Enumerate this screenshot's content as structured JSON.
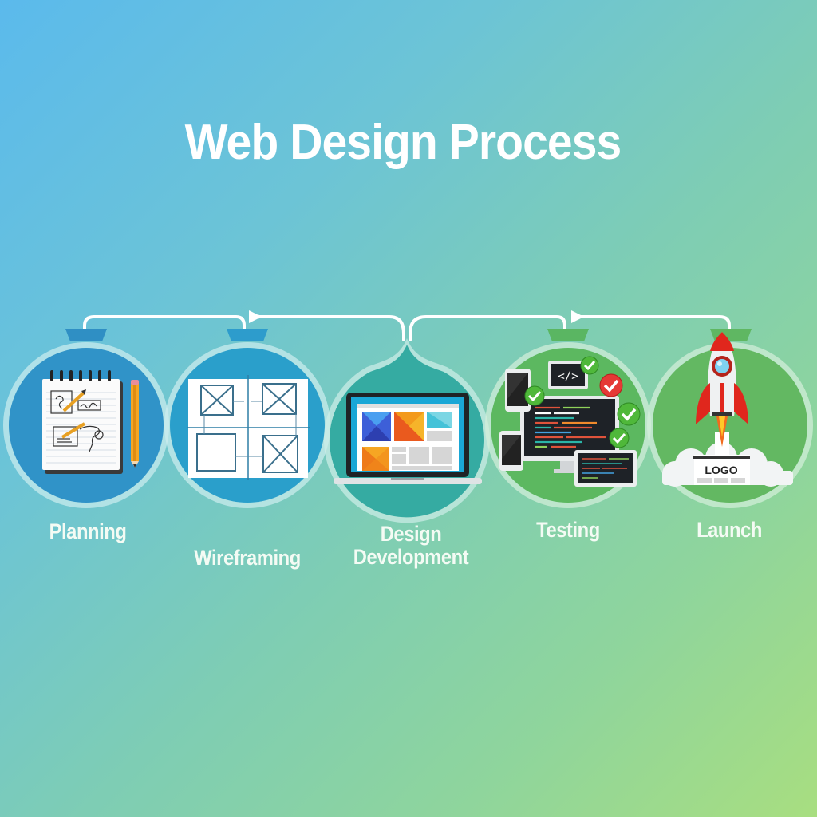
{
  "title": "Web Design Process",
  "colors": {
    "bg_top_left": "#5bbaec",
    "bg_bottom_right": "#a8de80",
    "planning_fill": "#3093c8",
    "wireframing_fill": "#2a9fcb",
    "design_fill": "#35aba2",
    "testing_fill": "#5cb860",
    "launch_fill": "#63b862",
    "ring": "#cfeee8",
    "connector": "#ffffff",
    "check_green": "#4caf2f",
    "check_red": "#e53935",
    "rocket_red": "#e0271d"
  },
  "steps": [
    {
      "label": "Planning",
      "icon": "notepad-sketch-pencil-icon"
    },
    {
      "label": "Wireframing",
      "icon": "wireframe-grid-icon"
    },
    {
      "label_line1": "Design",
      "label_line2": "Development",
      "icon": "laptop-layout-icon"
    },
    {
      "label": "Testing",
      "icon": "devices-code-checkmarks-icon"
    },
    {
      "label": "Launch",
      "icon": "rocket-launch-icon"
    }
  ],
  "launch": {
    "logo_text": "LOGO"
  },
  "testing": {
    "code_tag": "</>"
  }
}
